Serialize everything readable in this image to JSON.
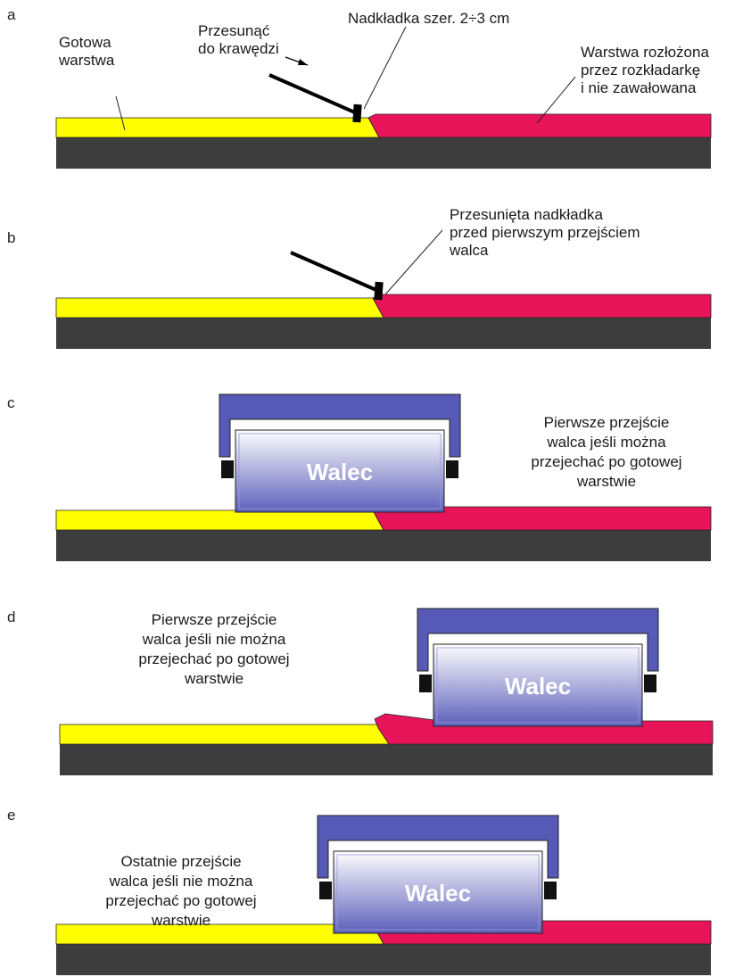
{
  "colors": {
    "finished_layer": "#ffff00",
    "spread_layer": "#e8145a",
    "base": "#3d3d3d",
    "roller_frame": "#5659b5",
    "roller_outline": "#222222",
    "roller_fill_top": "#ffffff",
    "roller_fill_bottom": "#5c5fba",
    "wheel": "#111111",
    "tool": "#000000"
  },
  "icons": {
    "tool": "tamping-tool-icon",
    "arrow": "arrow-right-icon",
    "roller": "roller-icon"
  },
  "panels": {
    "a": {
      "letter": "a",
      "finished_label": [
        "Gotowa",
        "warstwa"
      ],
      "push_label": [
        "Przesunąć",
        "do krawędzi"
      ],
      "overlap_label": [
        "Nadkładka szer. 2÷3 cm"
      ],
      "spread_label": [
        "Warstwa rozłożona",
        "przez rozkładarkę",
        "i nie zawałowana"
      ]
    },
    "b": {
      "letter": "b",
      "moved_label": [
        "Przesunięta nadkładka",
        "przed pierwszym przejściem",
        "walca"
      ]
    },
    "c": {
      "letter": "c",
      "roller_text": "Walec",
      "caption": [
        "Pierwsze przejście",
        "walca jeśli można",
        "przejechać po gotowej",
        "warstwie"
      ]
    },
    "d": {
      "letter": "d",
      "roller_text": "Walec",
      "caption": [
        "Pierwsze przejście",
        "walca jeśli nie można",
        "przejechać po gotowej",
        "warstwie"
      ]
    },
    "e": {
      "letter": "e",
      "roller_text": "Walec",
      "caption": [
        "Ostatnie przejście",
        "walca jeśli nie można",
        "przejechać po gotowej",
        "warstwie"
      ]
    }
  }
}
